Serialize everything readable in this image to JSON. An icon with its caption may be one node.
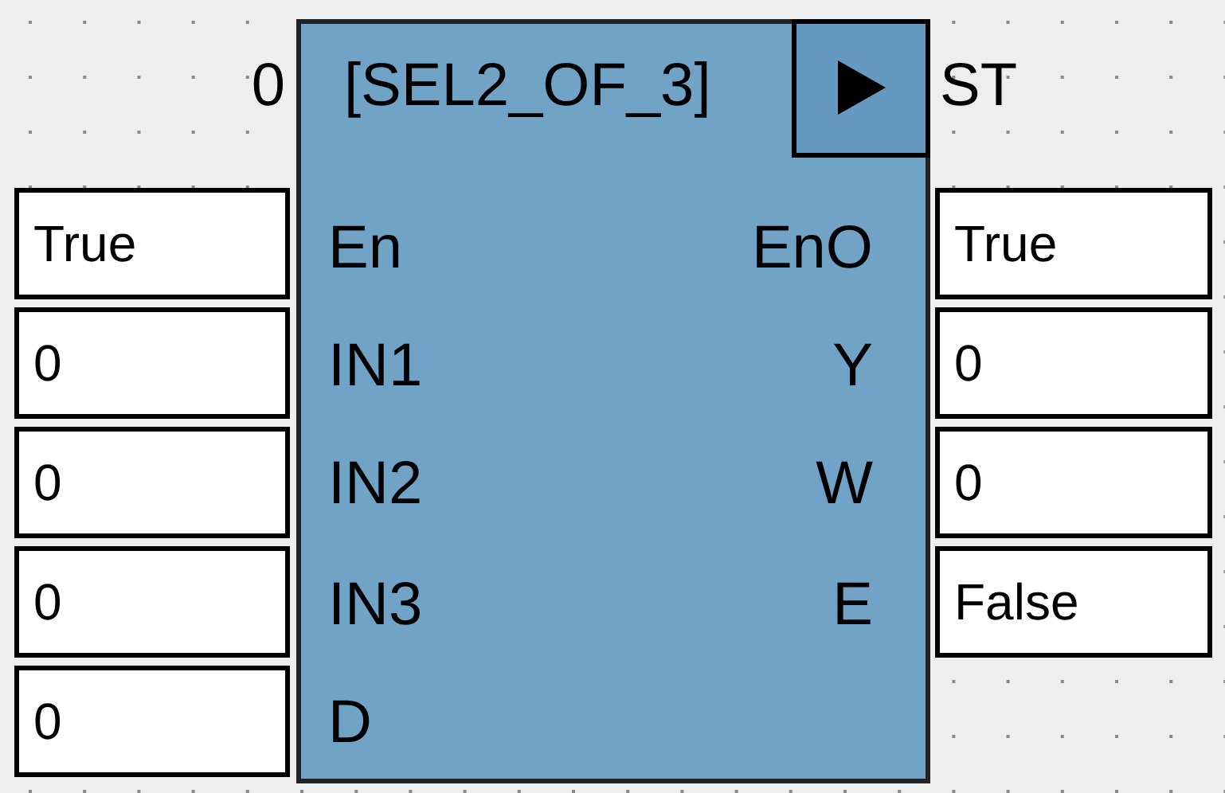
{
  "diagram": {
    "nodes": [
      {
        "text": [
          "[SEL2_OF_3]",
          "En",
          "IN1",
          "IN2",
          "IN3",
          "D",
          "EnO",
          "Y",
          "W",
          "E"
        ],
        "beside": [
          "0",
          "ST"
        ]
      },
      {
        "text": [
          "True"
        ]
      },
      {
        "text": [
          "0"
        ]
      },
      {
        "text": [
          "0"
        ]
      },
      {
        "text": [
          "0"
        ]
      },
      {
        "text": [
          "0"
        ]
      },
      {
        "text": [
          "True"
        ]
      },
      {
        "text": [
          "0"
        ]
      },
      {
        "text": [
          "0"
        ]
      },
      {
        "text": [
          "False"
        ]
      }
    ]
  }
}
